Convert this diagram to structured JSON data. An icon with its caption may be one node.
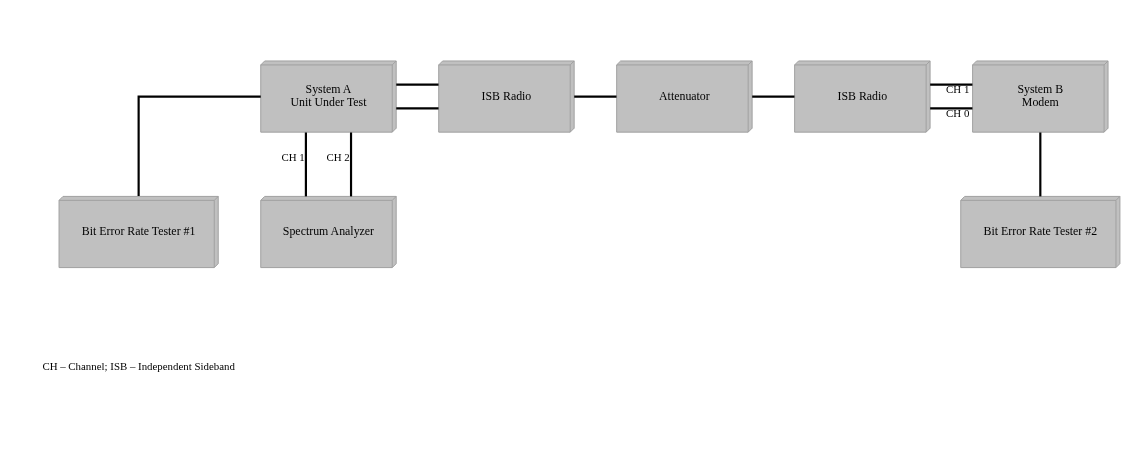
{
  "diagram": {
    "nodes": [
      {
        "text": [
          "System A",
          "Unit Under Test"
        ]
      },
      {
        "text": [
          "ISB Radio"
        ]
      },
      {
        "text": [
          "Attenuator"
        ]
      },
      {
        "text": [
          "ISB Radio"
        ]
      },
      {
        "text": [
          "System B",
          "Modem"
        ]
      },
      {
        "text": [
          "Bit Error Rate Tester #1"
        ]
      },
      {
        "text": [
          "Spectrum Analyzer"
        ]
      },
      {
        "text": [
          "Bit Error Rate Tester #2"
        ]
      }
    ],
    "edges": [
      {
        "from": 0,
        "to": 1,
        "arrow": "none"
      },
      {
        "from": 0,
        "to": 1,
        "arrow": "none"
      },
      {
        "from": 1,
        "to": 2,
        "arrow": "none"
      },
      {
        "from": 2,
        "to": 3,
        "arrow": "none"
      },
      {
        "from": 3,
        "to": 4,
        "arrow": "none",
        "label": "CH 1"
      },
      {
        "from": 3,
        "to": 4,
        "arrow": "none",
        "label": "CH 0"
      },
      {
        "from": 0,
        "to": 5,
        "arrow": "none"
      },
      {
        "from": 0,
        "to": 6,
        "arrow": "none",
        "label": "CH 1"
      },
      {
        "from": 0,
        "to": 6,
        "arrow": "none",
        "label": "CH 2"
      },
      {
        "from": 4,
        "to": 7,
        "arrow": "none"
      }
    ],
    "labels": [
      "CH – Channel; ISB – Independent Sideband"
    ]
  }
}
